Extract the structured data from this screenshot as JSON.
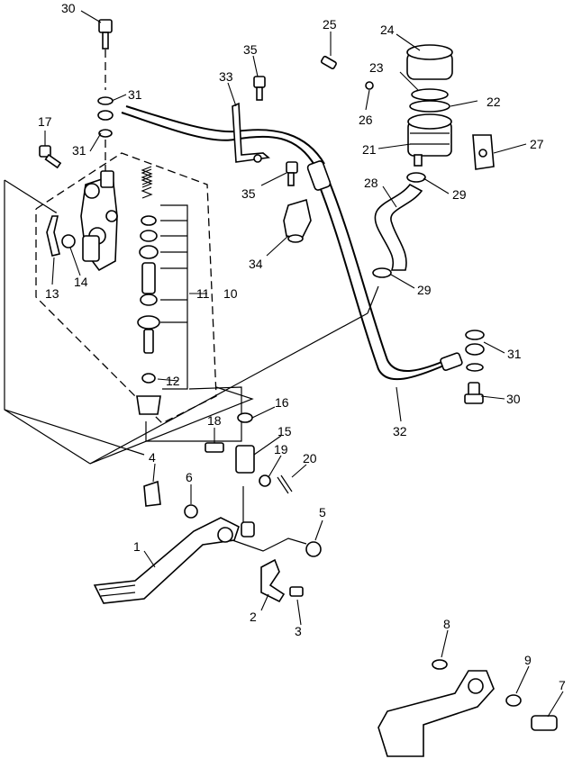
{
  "diagram": {
    "callouts": [
      "1",
      "2",
      "3",
      "4",
      "5",
      "6",
      "7",
      "8",
      "9",
      "10",
      "11",
      "12",
      "13",
      "14",
      "15",
      "16",
      "17",
      "18",
      "19",
      "20",
      "21",
      "22",
      "23",
      "24",
      "25",
      "26",
      "27",
      "28",
      "29",
      "29",
      "30",
      "30",
      "31",
      "31",
      "31",
      "32",
      "33",
      "34",
      "35",
      "35"
    ]
  }
}
